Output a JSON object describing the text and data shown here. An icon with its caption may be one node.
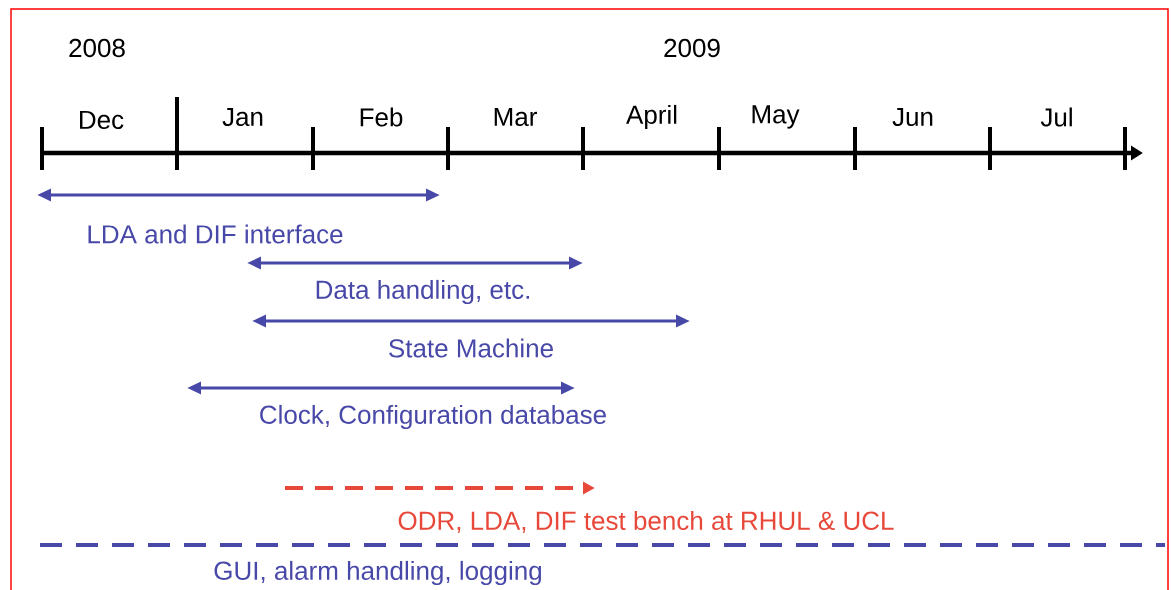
{
  "diagram": {
    "labels": [
      "2008",
      "2009",
      "Dec",
      "Jan",
      "Feb",
      "Mar",
      "April",
      "May",
      "Jun",
      "Jul",
      "LDA and DIF interface",
      "Data handling, etc.",
      "State Machine",
      "Clock, Configuration database",
      "ODR, LDA, DIF test bench at RHUL & UCL",
      "GUI, alarm handling, logging"
    ]
  }
}
